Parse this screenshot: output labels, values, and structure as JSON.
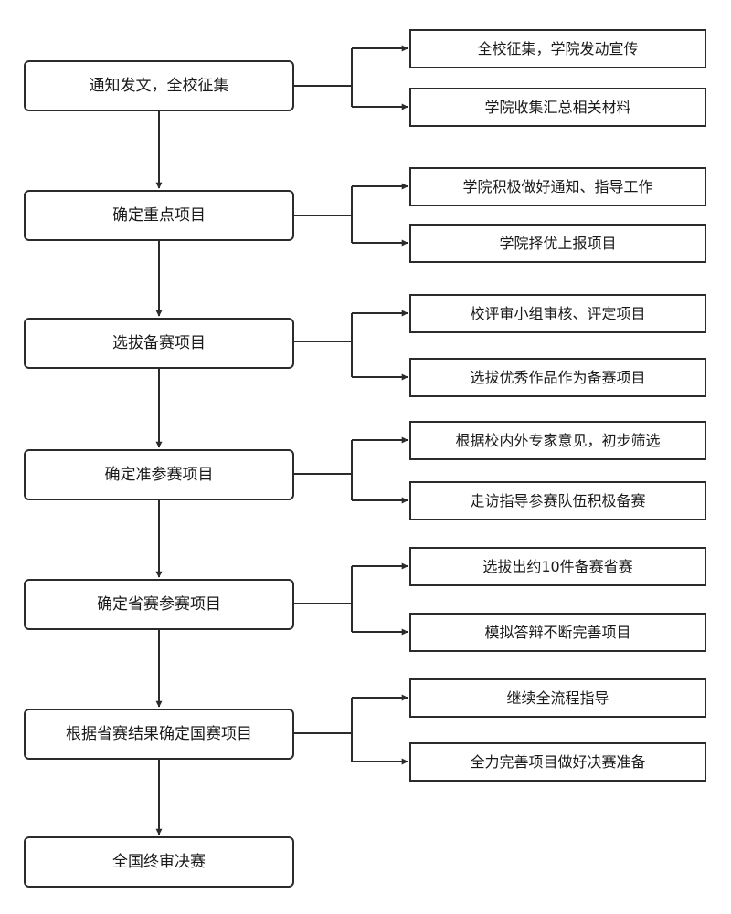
{
  "flow": [
    {
      "label": "通知发文，全校征集",
      "subs": [
        "全校征集，学院发动宣传",
        "学院收集汇总相关材料"
      ]
    },
    {
      "label": "确定重点项目",
      "subs": [
        "学院积极做好通知、指导工作",
        "学院择优上报项目"
      ]
    },
    {
      "label": "选拔备赛项目",
      "subs": [
        "校评审小组审核、评定项目",
        "选拔优秀作品作为备赛项目"
      ]
    },
    {
      "label": "确定准参赛项目",
      "subs": [
        "根据校内外专家意见，初步筛选",
        "走访指导参赛队伍积极备赛"
      ]
    },
    {
      "label": "确定省赛参赛项目",
      "subs": [
        "选拔出约10件备赛省赛",
        "模拟答辩不断完善项目"
      ]
    },
    {
      "label": "根据省赛结果确定国赛项目",
      "subs": [
        "继续全流程指导",
        "全力完善项目做好决赛准备"
      ]
    },
    {
      "label": "全国终审决赛",
      "subs": []
    }
  ],
  "colors": {
    "stroke": "#2b2b2b",
    "background": "#ffffff"
  }
}
